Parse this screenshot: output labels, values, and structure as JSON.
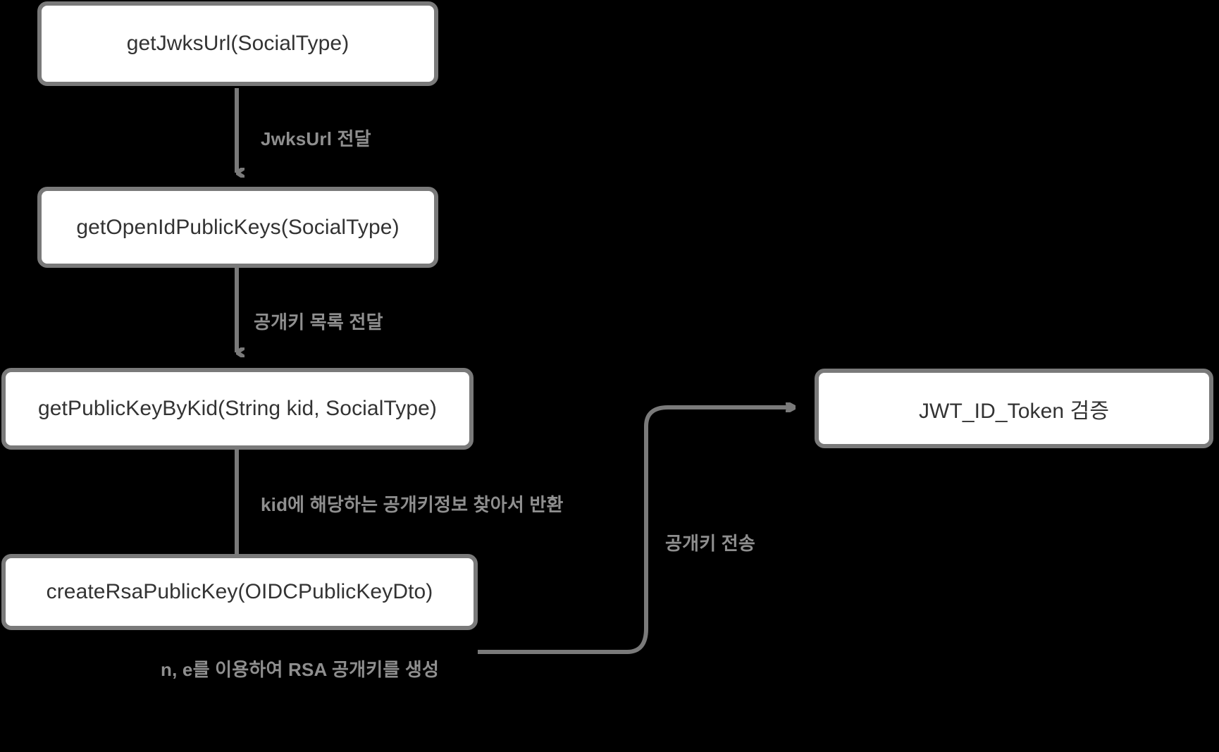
{
  "diagram": {
    "title": "OIDC public key retrieval and JWT ID token verification flow",
    "background_color": "#000000",
    "node_fill": "#ffffff",
    "node_border": "#7a7a7a",
    "node_text_color": "#333333",
    "edge_color": "#7a7a7a",
    "edge_label_color": "#8f8f8f",
    "nodes": [
      {
        "id": "get-jwks-url",
        "label": "getJwksUrl(SocialType)"
      },
      {
        "id": "get-openid-public-keys",
        "label": "getOpenIdPublicKeys(SocialType)"
      },
      {
        "id": "get-public-key-by-kid",
        "label": "getPublicKeyByKid(String kid, SocialType)"
      },
      {
        "id": "create-rsa-public-key",
        "label": "createRsaPublicKey(OIDCPublicKeyDto)"
      },
      {
        "id": "jwt-id-token-verify",
        "label": "JWT_ID_Token 검증"
      }
    ],
    "edges": [
      {
        "id": "edge-1",
        "from": "get-jwks-url",
        "to": "get-openid-public-keys",
        "label": "JwksUrl 전달"
      },
      {
        "id": "edge-2",
        "from": "get-openid-public-keys",
        "to": "get-public-key-by-kid",
        "label": "공개키 목록 전달"
      },
      {
        "id": "edge-3",
        "from": "get-public-key-by-kid",
        "to": "create-rsa-public-key",
        "label": "kid에 해당하는 공개키정보 찾아서 반환"
      },
      {
        "id": "edge-4",
        "from": "create-rsa-public-key",
        "to": "jwt-id-token-verify",
        "label": "공개키 전송"
      },
      {
        "id": "edge-5",
        "from": "create-rsa-public-key",
        "to": "",
        "label": "n, e를 이용하여 RSA 공개키를 생성"
      }
    ]
  }
}
